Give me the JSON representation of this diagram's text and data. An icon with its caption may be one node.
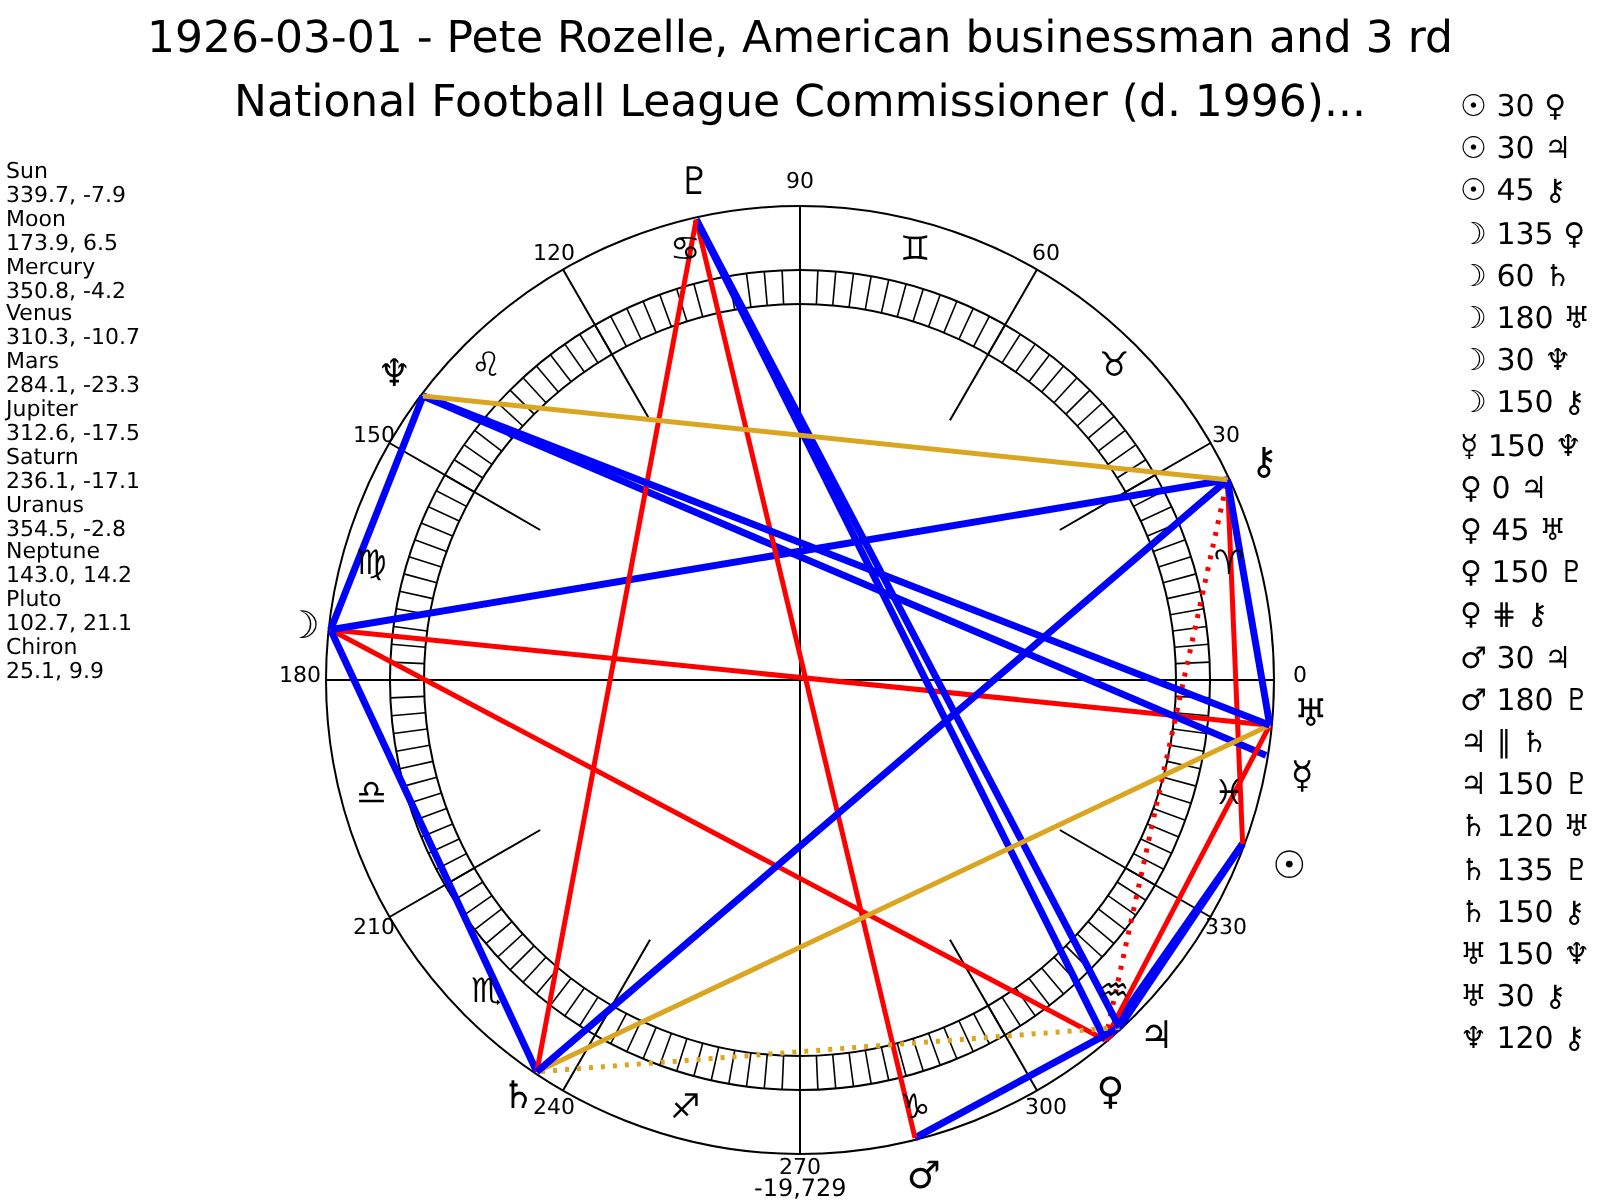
{
  "diagram": {
    "title": "1926-03-01 - Pete Rozelle, American businessman and 3 rd National Football League Commissioner (d. 1996)...",
    "nodes": [
      {
        "text": [
          "☉"
        ]
      },
      {
        "text": [
          "☽"
        ]
      },
      {
        "text": [
          "☿"
        ]
      },
      {
        "text": [
          "♀"
        ]
      },
      {
        "text": [
          "♂"
        ]
      },
      {
        "text": [
          "♃"
        ]
      },
      {
        "text": [
          "♄"
        ]
      },
      {
        "text": [
          "♅"
        ]
      },
      {
        "text": [
          "♆"
        ]
      },
      {
        "text": [
          "♇"
        ]
      },
      {
        "text": [
          "⚷"
        ]
      }
    ],
    "edges": [
      {
        "from": 0,
        "to": 3,
        "arrow": "none"
      },
      {
        "from": 0,
        "to": 5,
        "arrow": "none"
      },
      {
        "from": 0,
        "to": 10,
        "arrow": "none",
        "color": "#ff0000"
      },
      {
        "from": 1,
        "to": 3,
        "arrow": "none",
        "color": "#ff0000"
      },
      {
        "from": 1,
        "to": 6,
        "arrow": "none"
      },
      {
        "from": 1,
        "to": 7,
        "arrow": "none",
        "color": "#ff0000"
      },
      {
        "from": 1,
        "to": 8,
        "arrow": "none"
      },
      {
        "from": 1,
        "to": 10,
        "arrow": "none"
      },
      {
        "from": 2,
        "to": 8,
        "arrow": "none"
      },
      {
        "from": 3,
        "to": 5,
        "arrow": "none",
        "color": "#ff0000"
      },
      {
        "from": 3,
        "to": 7,
        "arrow": "none",
        "color": "#ff0000"
      },
      {
        "from": 3,
        "to": 9,
        "arrow": "none"
      },
      {
        "from": 3,
        "to": 10,
        "arrow": "none",
        "style": "dashed",
        "color": "#ff0000"
      },
      {
        "from": 4,
        "to": 5,
        "arrow": "none"
      },
      {
        "from": 4,
        "to": 9,
        "arrow": "none",
        "color": "#ff0000"
      },
      {
        "from": 5,
        "to": 6,
        "arrow": "none",
        "style": "dashed",
        "color": "#daa520"
      },
      {
        "from": 5,
        "to": 9,
        "arrow": "none"
      },
      {
        "from": 6,
        "to": 7,
        "arrow": "none",
        "color": "#daa520"
      },
      {
        "from": 6,
        "to": 9,
        "arrow": "none",
        "color": "#ff0000"
      },
      {
        "from": 6,
        "to": 10,
        "arrow": "none"
      },
      {
        "from": 7,
        "to": 8,
        "arrow": "none"
      },
      {
        "from": 7,
        "to": 10,
        "arrow": "none"
      },
      {
        "from": 8,
        "to": 10,
        "arrow": "none",
        "color": "#daa520"
      }
    ],
    "labels": [
      "Sun",
      "339.7, -7.9",
      "Moon",
      "173.9, 6.5",
      "Mercury",
      "350.8, -4.2",
      "Venus",
      "310.3, -10.7",
      "Mars",
      "284.1, -23.3",
      "Jupiter",
      "312.6, -17.5",
      "Saturn",
      "236.1, -17.1",
      "Uranus",
      "354.5, -2.8",
      "Neptune",
      "143.0, 14.2",
      "Pluto",
      "102.7, 21.1",
      "Chiron",
      "25.1, 9.9",
      "☉ 30 ♀",
      "☉ 30 ♃",
      "☉ 45 ⚷",
      "☽ 135 ♀",
      "☽ 60 ♄",
      "☽ 180 ♅",
      "☽ 30 ♆",
      "☽ 150 ⚷",
      "☿ 150 ♆",
      "♀ 0 ♃",
      "♀ 45 ♅",
      "♀ 150 ♇",
      "♀ ⋕ ⚷",
      "♂ 30 ♃",
      "♂ 180 ♇",
      "♃ ∥ ♄",
      "♃ 150 ♇",
      "♄ 120 ♅",
      "♄ 135 ♇",
      "♄ 150 ⚷",
      "♅ 150 ♆",
      "♅ 30 ⚷",
      "♆ 120 ⚷",
      "0",
      "30",
      "60",
      "90",
      "120",
      "150",
      "180",
      "210",
      "240",
      "270",
      "300",
      "330",
      "♈",
      "♉",
      "♊",
      "♋",
      "♌",
      "♍",
      "♎",
      "♏",
      "♐",
      "♑",
      "♒",
      "♓",
      "-19,729"
    ]
  }
}
